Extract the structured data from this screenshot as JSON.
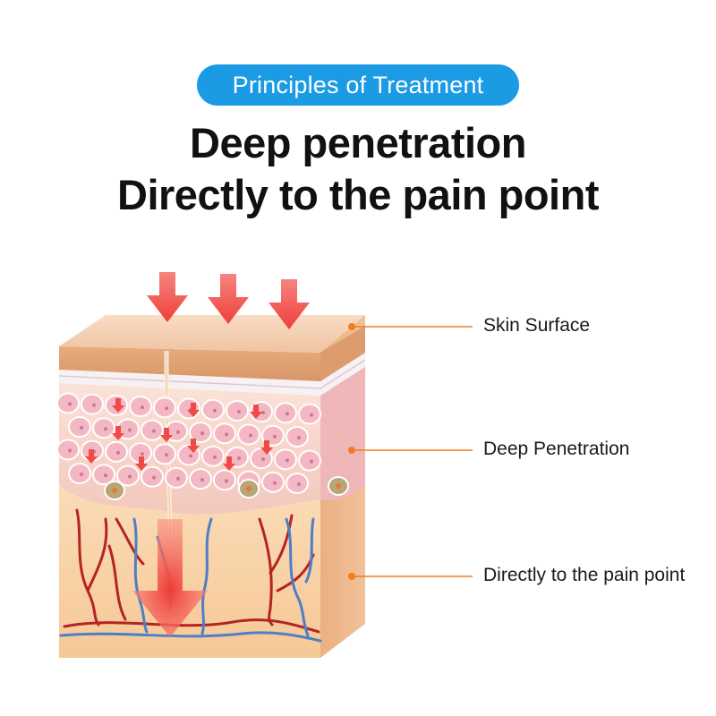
{
  "header": {
    "badge_text": "Principles of Treatment",
    "headline_line1": "Deep penetration",
    "headline_line2": "Directly to the pain point"
  },
  "callouts": [
    {
      "label": "Skin Surface"
    },
    {
      "label": "Deep Penetration"
    },
    {
      "label": "Directly to the pain point"
    }
  ],
  "colors": {
    "badge": "#1a9be4",
    "callout": "#f07d1e",
    "arrow": "#f04a45",
    "artery": "#b32424",
    "vein": "#4d7fc6",
    "cell": "#f4b8c4"
  }
}
